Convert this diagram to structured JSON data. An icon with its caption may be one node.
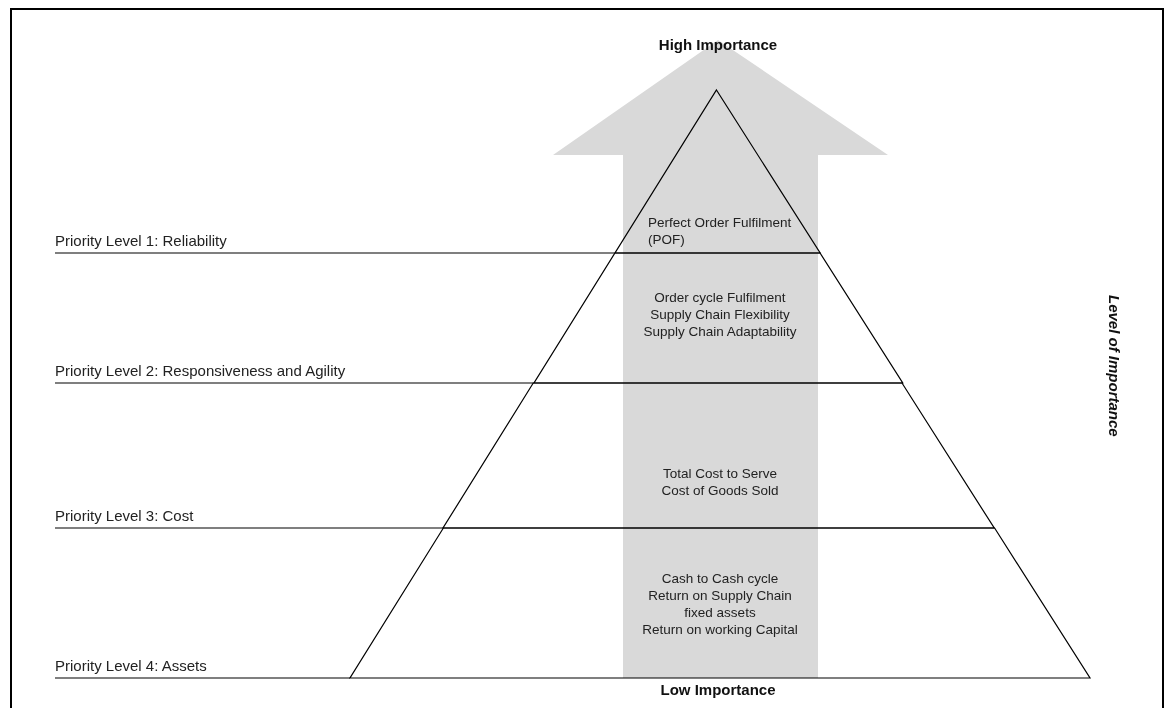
{
  "diagram": {
    "nodes": [
      {
        "text": [
          "Perfect Order Fulfilment (POF)"
        ]
      },
      {
        "text": [
          "Order cycle Fulfilment",
          "Supply Chain Flexibility",
          "Supply Chain Adaptability"
        ]
      },
      {
        "text": [
          "Total Cost to Serve",
          "Cost of Goods Sold"
        ]
      },
      {
        "text": [
          "Cash to Cash cycle",
          "Return on Supply Chain fixed assets",
          "Return on working Capital"
        ]
      }
    ],
    "edges": [],
    "labels": [
      "High Importance",
      "Priority Level 1: Reliability",
      "Priority Level 2: Responsiveness and Agility",
      "Level of Importance",
      "Priority Level 3: Cost",
      "Priority Level 4: Assets",
      "Low Importance"
    ]
  }
}
